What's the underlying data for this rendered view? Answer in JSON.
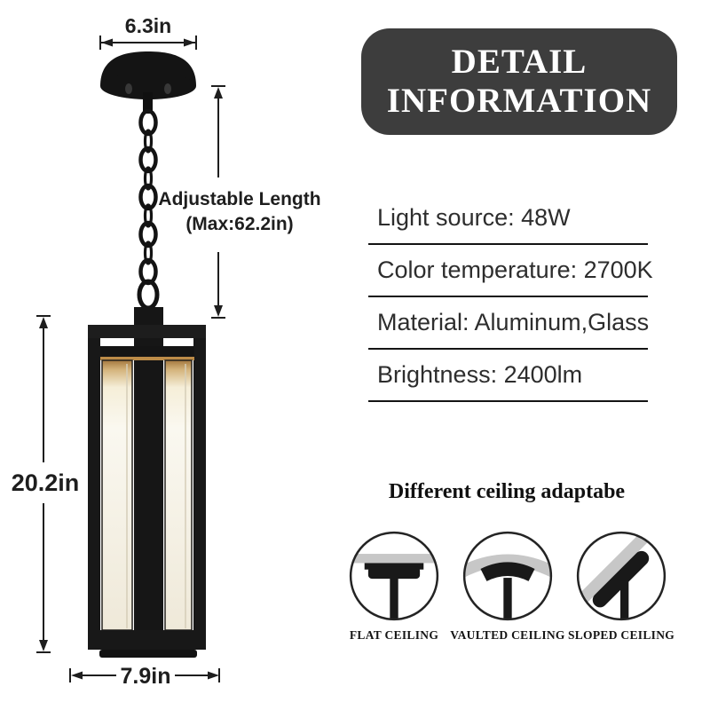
{
  "colors": {
    "header_bg": "#3d3d3d",
    "text_dark": "#2d2d2d",
    "rule_black": "#141414",
    "lamp_black": "#161616",
    "glass_warm_glow": "#bd8c48",
    "glass_white": "#faf8f0",
    "ceiling_gray": "#c7c7c7"
  },
  "dimensions": {
    "canopy_width": "6.3in",
    "adjustable_length_label": "Adjustable Length",
    "adjustable_length_max": "(Max:62.2in)",
    "fixture_height": "20.2in",
    "fixture_width": "7.9in"
  },
  "detail_info": {
    "title_line1": "DETAIL",
    "title_line2": "INFORMATION",
    "specs": [
      "Light source: 48W",
      "Color temperature: 2700K",
      "Material: Aluminum,Glass",
      "Brightness: 2400lm"
    ]
  },
  "ceiling_section": {
    "heading": "Different ceiling adaptabe",
    "items": [
      {
        "label": "FLAT CEILING",
        "icon": "flat-ceiling-icon"
      },
      {
        "label": "VAULTED CEILING",
        "icon": "vaulted-ceiling-icon"
      },
      {
        "label": "SLOPED CEILING",
        "icon": "sloped-ceiling-icon"
      }
    ]
  }
}
